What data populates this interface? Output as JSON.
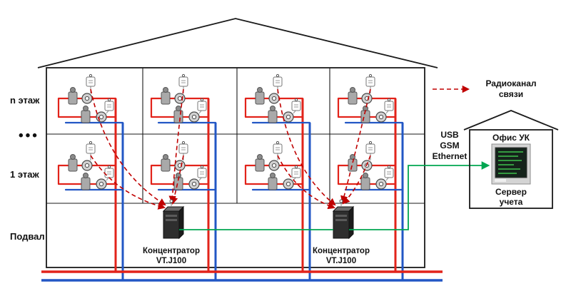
{
  "diagram": {
    "floors": {
      "floor_n": "n этаж",
      "ellipsis": "•••",
      "floor_1": "1 этаж",
      "basement": "Подвал"
    },
    "concentrators": [
      {
        "name": "Концентратор",
        "model": "VT.J100"
      },
      {
        "name": "Концентратор",
        "model": "VT.J100"
      }
    ],
    "legend": {
      "label_line1": "Радиоканал",
      "label_line2": "связи"
    },
    "uplink": {
      "line1": "USB",
      "line2": "GSM",
      "line3": "Ethernet"
    },
    "office": {
      "title": "Офис УК",
      "server_label_line1": "Сервер",
      "server_label_line2": "учета"
    }
  },
  "colors": {
    "hot-pipe": "#e2231a",
    "cold-pipe": "#2257c5",
    "radio-link": "#c00000",
    "lan-link": "#00a651",
    "wall": "#1a1a1a"
  }
}
